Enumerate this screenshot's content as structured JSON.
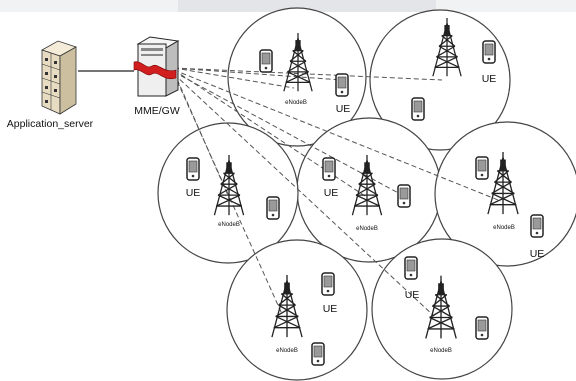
{
  "labels": {
    "server": "Application_server",
    "gateway": "MME/GW",
    "enodeb": "eNodeB",
    "ue": "UE"
  },
  "icons": {
    "server": "server-rack-icon",
    "gateway": "gateway-box-icon",
    "tower": "cell-tower-icon",
    "phone": "mobile-phone-icon"
  },
  "colors": {
    "stroke": "#222222",
    "cell_fill": "#ffffff",
    "server_body": "#e7dcc2",
    "gateway_band": "#d11f1f",
    "dashed": "#555555"
  }
}
